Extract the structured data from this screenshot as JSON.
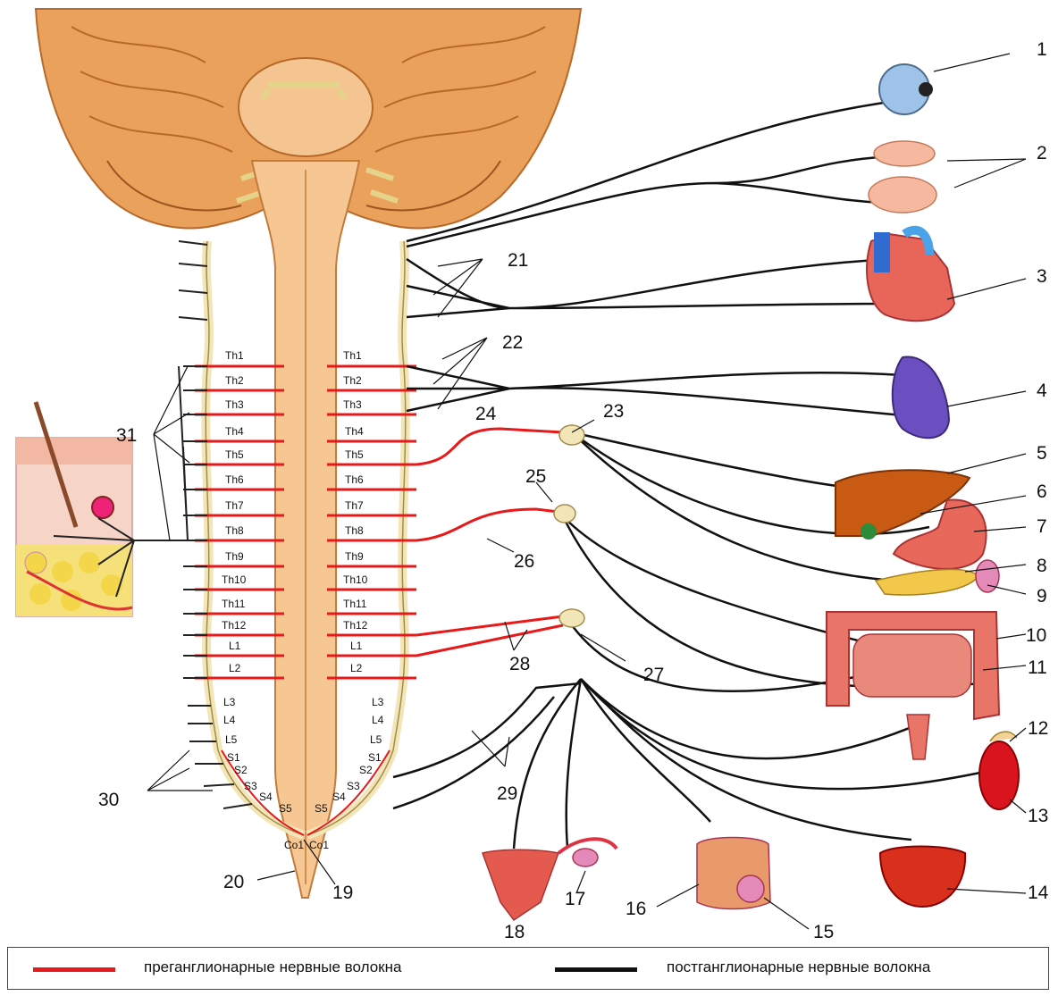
{
  "labels": {
    "n1": "1",
    "n2": "2",
    "n3": "3",
    "n4": "4",
    "n5": "5",
    "n6": "6",
    "n7": "7",
    "n8": "8",
    "n9": "9",
    "n10": "10",
    "n11": "11",
    "n12": "12",
    "n13": "13",
    "n14": "14",
    "n15": "15",
    "n16": "16",
    "n17": "17",
    "n18": "18",
    "n19": "19",
    "n20": "20",
    "n21": "21",
    "n22": "22",
    "n23": "23",
    "n24": "24",
    "n25": "25",
    "n26": "26",
    "n27": "27",
    "n28": "28",
    "n29": "29",
    "n30": "30",
    "n31": "31"
  },
  "segments": {
    "thoracic": [
      "Th1",
      "Th2",
      "Th3",
      "Th4",
      "Th5",
      "Th6",
      "Th7",
      "Th8",
      "Th9",
      "Th10",
      "Th11",
      "Th12"
    ],
    "lumbar_upper": [
      "L1",
      "L2"
    ],
    "lumbar_lower": [
      "L3",
      "L4",
      "L5"
    ],
    "sacral": [
      "S1",
      "S2",
      "S3",
      "S4",
      "S5"
    ],
    "coccygeal": "Co1"
  },
  "legend": {
    "preganglionic": "преганглионарные нервные волокна",
    "postganglionic": "постганглионарные нервные волокна"
  },
  "colors": {
    "preganglionic": "#e8191b",
    "postganglionic": "#111111",
    "nerve_fill": "#f2e6b8",
    "cord": "#f6c793",
    "brain": "#e9a15c"
  }
}
